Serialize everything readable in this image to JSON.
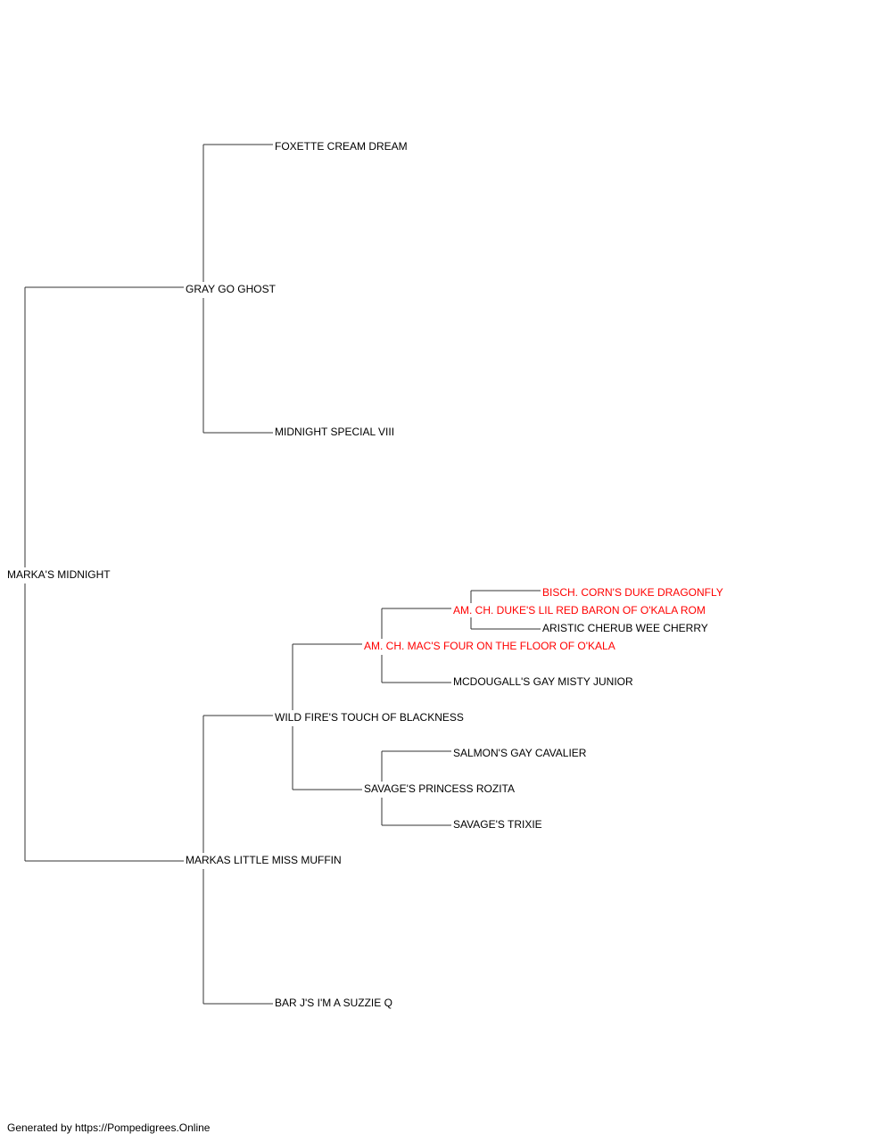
{
  "colors": {
    "line": "#333333",
    "text": "#000000",
    "champion": "#ff0000"
  },
  "pedigree": {
    "subject": "MARKA'S MIDNIGHT",
    "sire": {
      "name": "GRAY GO GHOST",
      "sire": "FOXETTE CREAM DREAM",
      "dam": "MIDNIGHT SPECIAL VIII"
    },
    "dam": {
      "name": "MARKAS LITTLE MISS MUFFIN",
      "sire": {
        "name": "WILD FIRE'S TOUCH OF BLACKNESS",
        "sire": {
          "name": "AM. CH. MAC'S FOUR ON THE FLOOR OF O'KALA",
          "sire": {
            "name": "AM. CH. DUKE'S LIL RED BARON OF O'KALA ROM",
            "sire": "BISCH. CORN'S DUKE DRAGONFLY",
            "dam": "ARISTIC CHERUB WEE CHERRY"
          },
          "dam": "MCDOUGALL'S GAY MISTY JUNIOR"
        },
        "dam": {
          "name": "SAVAGE'S PRINCESS ROZITA",
          "sire": "SALMON'S GAY CAVALIER",
          "dam": "SAVAGE'S TRIXIE"
        }
      },
      "dam": "BAR J'S I'M A SUZZIE Q"
    }
  },
  "footer": {
    "text": "Generated by https://Pompedigrees.Online"
  }
}
